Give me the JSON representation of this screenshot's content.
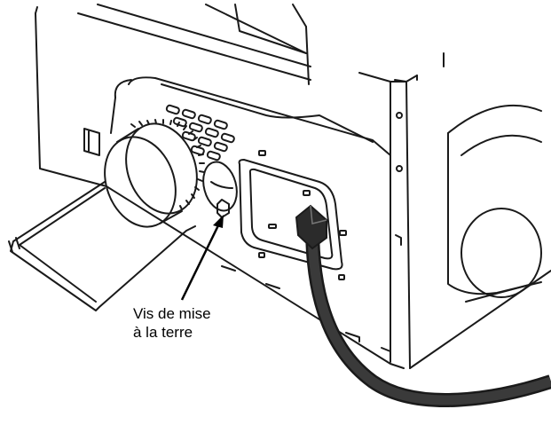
{
  "figure": {
    "callout_line1": "Vis de mise",
    "callout_line2": "à la terre",
    "line_color": "#1a1a1a",
    "cord_color": "#2b2b2b"
  },
  "icons": [
    "dryer-rear-panel",
    "vent-exhaust-duct",
    "wire-foot-stand",
    "ground-screw",
    "power-cord",
    "terminal-block-cover"
  ]
}
